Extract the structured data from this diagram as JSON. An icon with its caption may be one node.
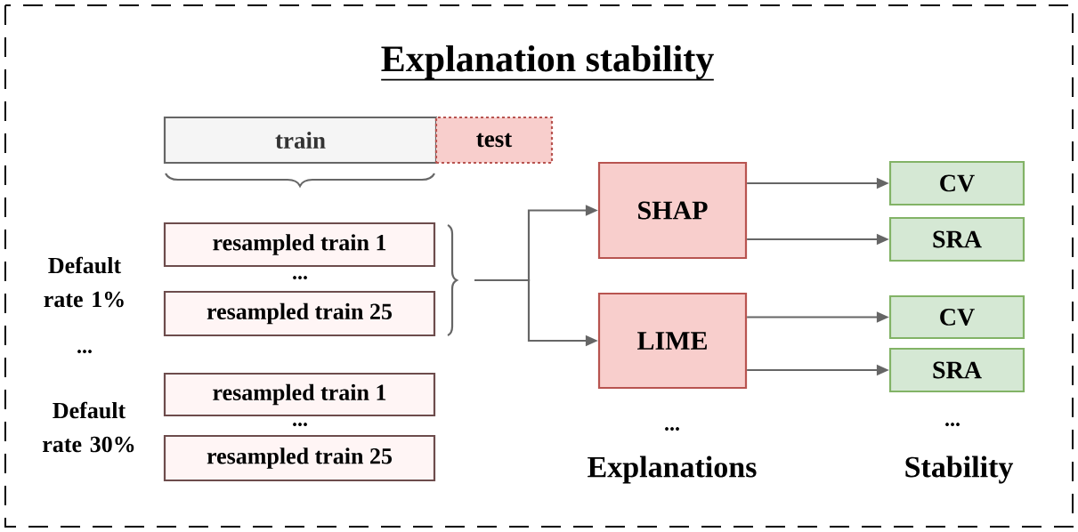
{
  "diagram": {
    "title": "Explanation stability",
    "nodes": [
      {
        "text": [
          "train"
        ]
      },
      {
        "text": [
          "test"
        ]
      },
      {
        "text": [
          "resampled train 1"
        ]
      },
      {
        "text": [
          "resampled train 25"
        ]
      },
      {
        "text": [
          "resampled train 1"
        ]
      },
      {
        "text": [
          "resampled train 25"
        ]
      },
      {
        "text": [
          "SHAP"
        ]
      },
      {
        "text": [
          "LIME"
        ]
      },
      {
        "text": [
          "CV"
        ]
      },
      {
        "text": [
          "SRA"
        ]
      },
      {
        "text": [
          "CV"
        ]
      },
      {
        "text": [
          "SRA"
        ]
      }
    ],
    "edges": [
      {
        "from": null,
        "to": 6,
        "arrow": "to"
      },
      {
        "from": null,
        "to": 7,
        "arrow": "to"
      },
      {
        "from": 6,
        "to": 8,
        "arrow": "to"
      },
      {
        "from": 6,
        "to": 9,
        "arrow": "to"
      },
      {
        "from": 7,
        "to": 10,
        "arrow": "to"
      },
      {
        "from": 7,
        "to": 11,
        "arrow": "to"
      }
    ],
    "labels": [
      "Default rate 1%",
      "...",
      "...",
      "Default rate 30%",
      "...",
      "...",
      "...",
      "Explanations",
      "Stability"
    ]
  }
}
